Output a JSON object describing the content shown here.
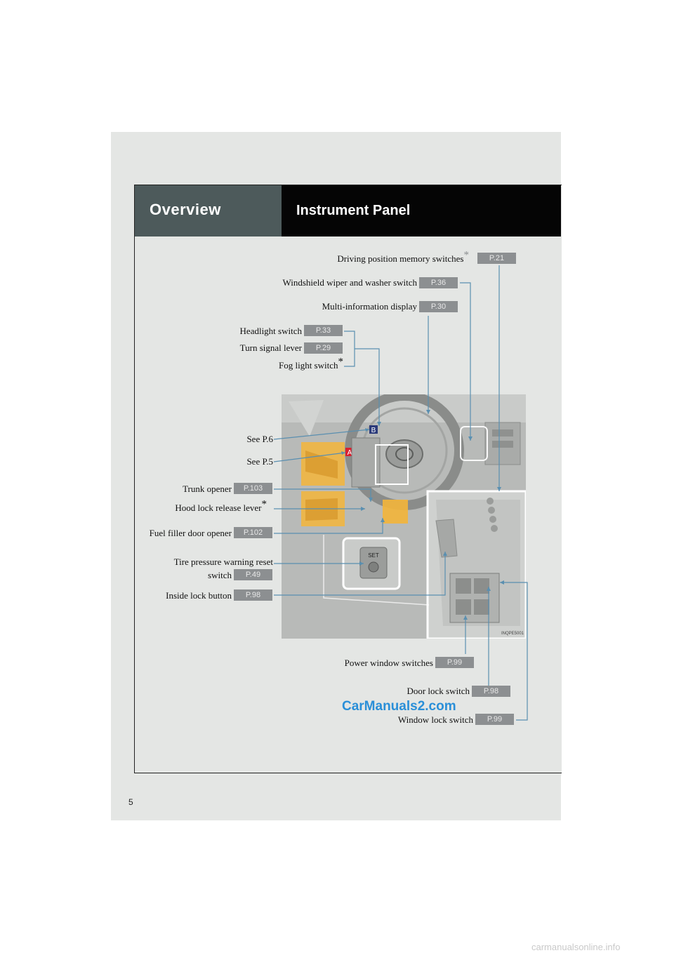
{
  "header": {
    "section": "Overview",
    "title": "Instrument Panel"
  },
  "callouts": {
    "driving_position": {
      "label": "Driving position memory switches",
      "page": "P.21"
    },
    "wiper": {
      "label": "Windshield wiper and washer switch",
      "page": "P.36"
    },
    "multi_info": {
      "label": "Multi-information display",
      "page": "P.30"
    },
    "headlight": {
      "label": "Headlight switch",
      "page": "P.33"
    },
    "turn_signal": {
      "label": "Turn signal lever",
      "page": "P.29"
    },
    "fog_light": {
      "label": "Fog light switch"
    },
    "see_p6": {
      "label": "See P.6"
    },
    "see_p5": {
      "label": "See P.5"
    },
    "trunk": {
      "label": "Trunk opener",
      "page": "P.103"
    },
    "hood": {
      "label": "Hood lock release lever"
    },
    "fuel": {
      "label": "Fuel filler door opener",
      "page": "P.102"
    },
    "tire_line1": "Tire pressure warning reset",
    "tire_line2": "switch",
    "tire_page": "P.49",
    "inside_lock": {
      "label": "Inside lock button",
      "page": "P.98"
    },
    "power_window": {
      "label": "Power window switches",
      "page": "P.99"
    },
    "door_lock": {
      "label": "Door lock switch",
      "page": "P.98"
    },
    "window_lock": {
      "label": "Window lock switch",
      "page": "P.99"
    }
  },
  "asterisk": "*",
  "photo": {
    "marker_a": "A",
    "marker_b": "B",
    "set_label": "SET",
    "code": "INQPE5001"
  },
  "page_number": "5",
  "watermark_top": "CarManuals2.com",
  "watermark_bottom": "carmanualsonline.info",
  "colors": {
    "accent_orange": "#f3b53a",
    "line_blue": "#5a8fb0",
    "badge_gray": "#8c8f91",
    "marker_red": "#d8202f",
    "marker_navy": "#2b3a7a"
  }
}
